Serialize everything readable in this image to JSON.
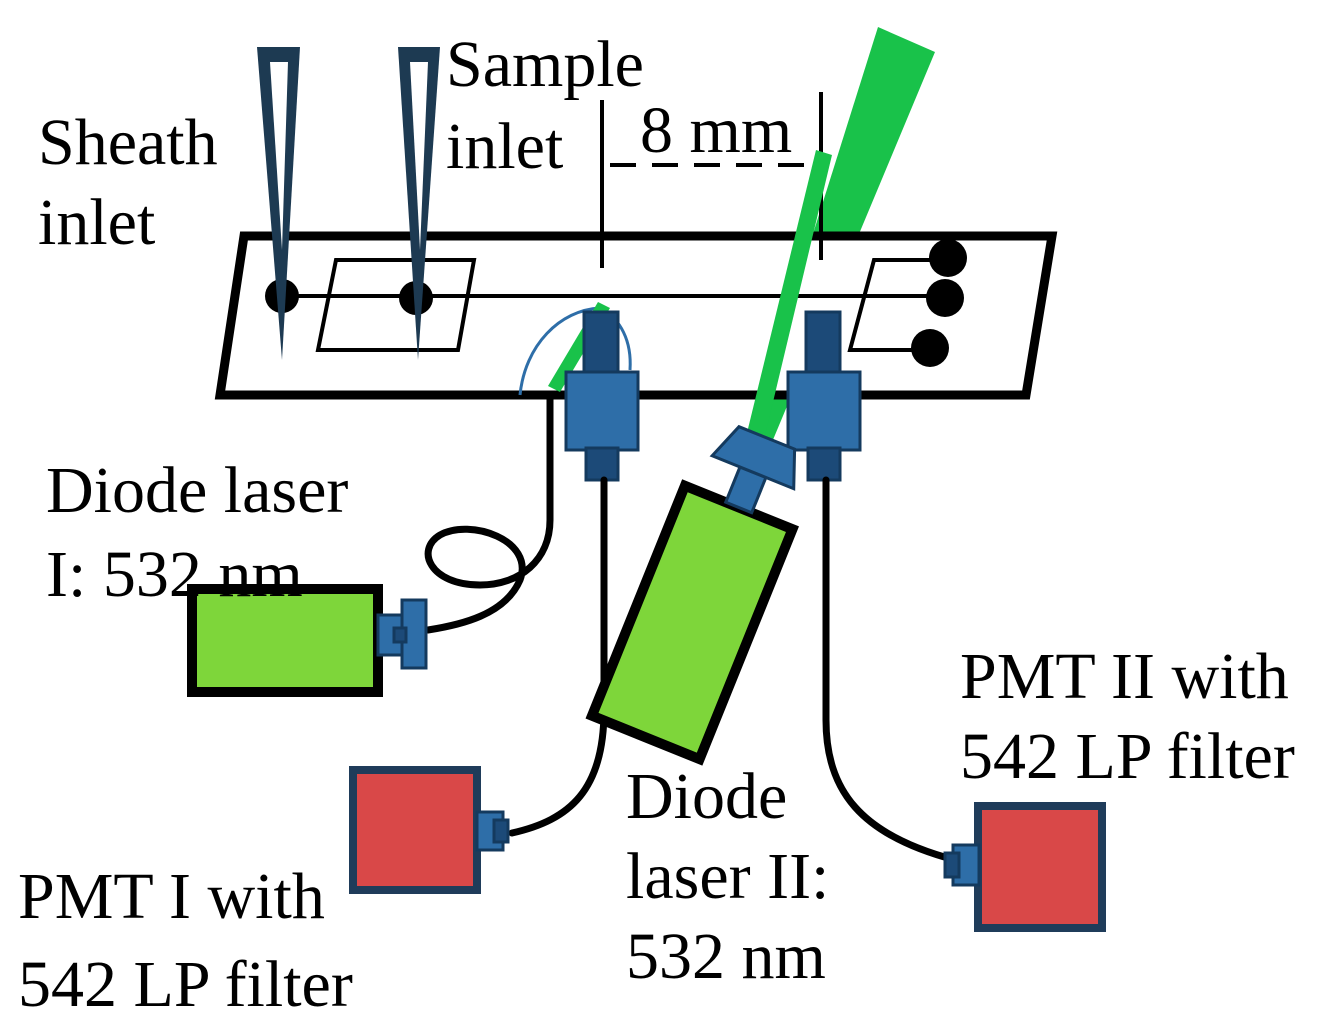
{
  "labels": {
    "sheath_inlet": [
      "Sheath",
      "inlet"
    ],
    "sample_inlet": [
      "Sample",
      "inlet"
    ],
    "distance": "8 mm",
    "diode_laser_1": [
      "Diode laser",
      "I: 532 nm"
    ],
    "diode_laser_2": [
      "Diode",
      "laser II:",
      "532 nm"
    ],
    "pmt_1": [
      "PMT I with",
      "542 LP filter"
    ],
    "pmt_2": [
      "PMT II with",
      "542 LP filter"
    ]
  },
  "colors": {
    "laser_body": "#7ed63a",
    "beam": "#19c24a",
    "pmt_body": "#d94848",
    "pmt_border": "#1f3c5a",
    "connector": "#2e6ea8",
    "connector_dark": "#1c4a78",
    "inlet_tube": "#1d3a52",
    "fiber": "#000000"
  }
}
